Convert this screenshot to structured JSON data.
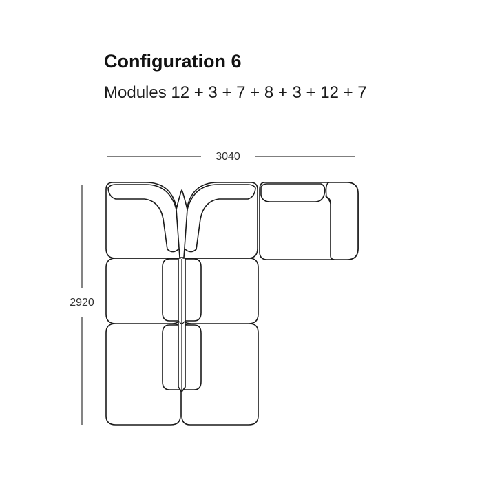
{
  "heading": {
    "title": "Configuration 6",
    "modules": "Modules 12 + 3 + 7 + 8 + 3 + 12 + 7"
  },
  "dimensions": {
    "width_label": "3040",
    "height_label": "2920"
  }
}
